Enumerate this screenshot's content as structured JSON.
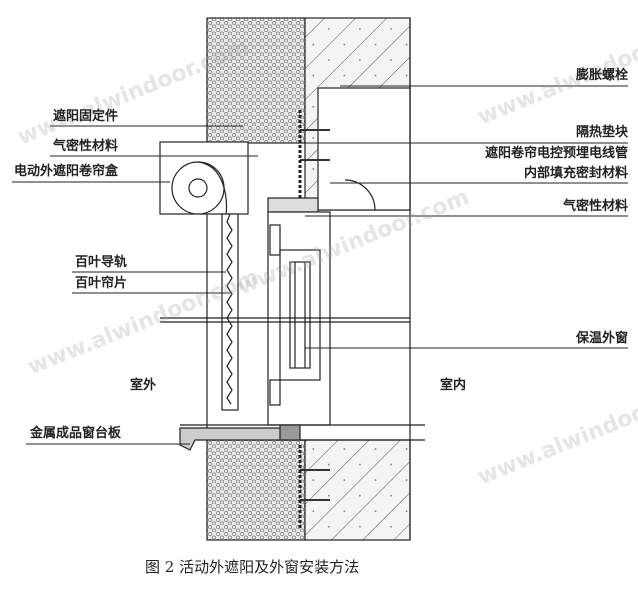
{
  "labels_left": {
    "fixing": "遮阳固定件",
    "airtight1": "气密性材料",
    "roller_box": "电动外遮阳卷帘盒",
    "guide_rail": "百叶导轨",
    "slats": "百叶帘片",
    "outdoor": "室外",
    "sill": "金属成品窗台板"
  },
  "labels_right": {
    "anchor_bolt": "膨胀螺栓",
    "thermal_pad": "隔热垫块",
    "conduit": "遮阳卷帘电控预埋电线管",
    "filling": "内部填充密封材料",
    "airtight2": "气密性材料",
    "window": "保温外窗",
    "indoor": "室内"
  },
  "caption": "图 2  活动外遮阳及外窗安装方法",
  "watermark": "www.alwindoor.com"
}
